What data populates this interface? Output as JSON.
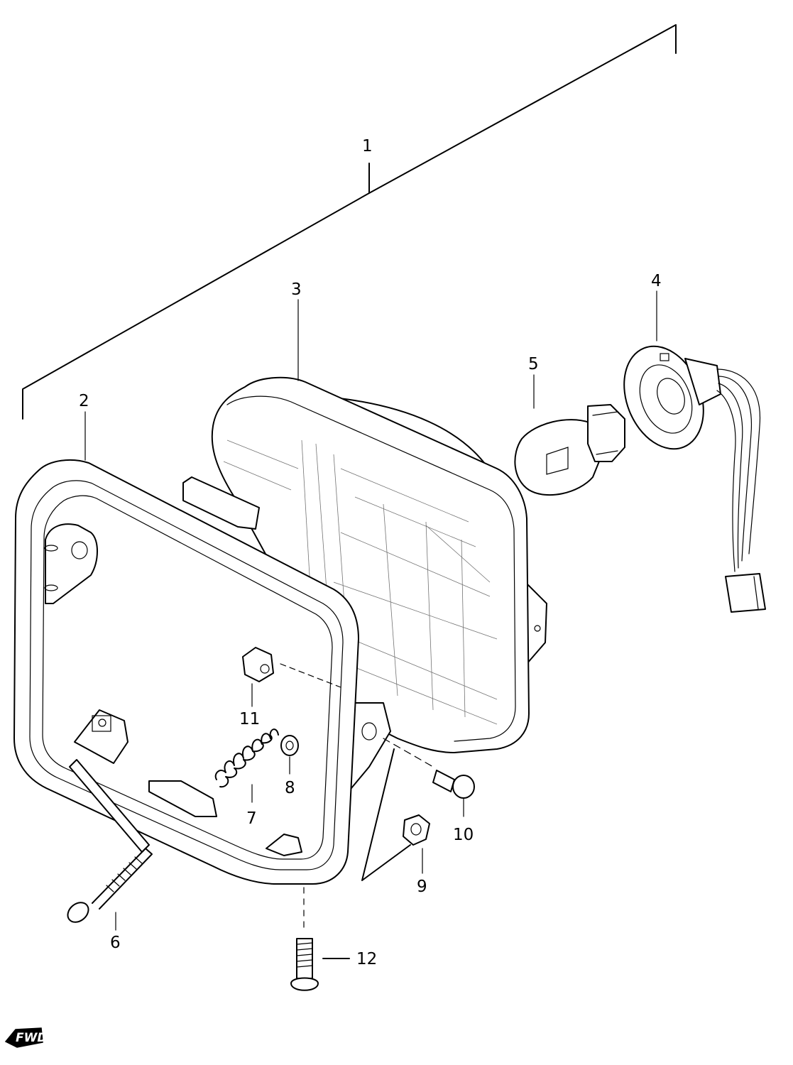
{
  "diagram": {
    "callouts": [
      {
        "id": "1",
        "text": "1"
      },
      {
        "id": "2",
        "text": "2"
      },
      {
        "id": "3",
        "text": "3"
      },
      {
        "id": "4",
        "text": "4"
      },
      {
        "id": "5",
        "text": "5"
      },
      {
        "id": "6",
        "text": "6"
      },
      {
        "id": "7",
        "text": "7"
      },
      {
        "id": "8",
        "text": "8"
      },
      {
        "id": "9",
        "text": "9"
      },
      {
        "id": "10",
        "text": "10"
      },
      {
        "id": "11",
        "text": "11"
      },
      {
        "id": "12",
        "text": "12"
      }
    ],
    "direction_badge": "FWD"
  }
}
